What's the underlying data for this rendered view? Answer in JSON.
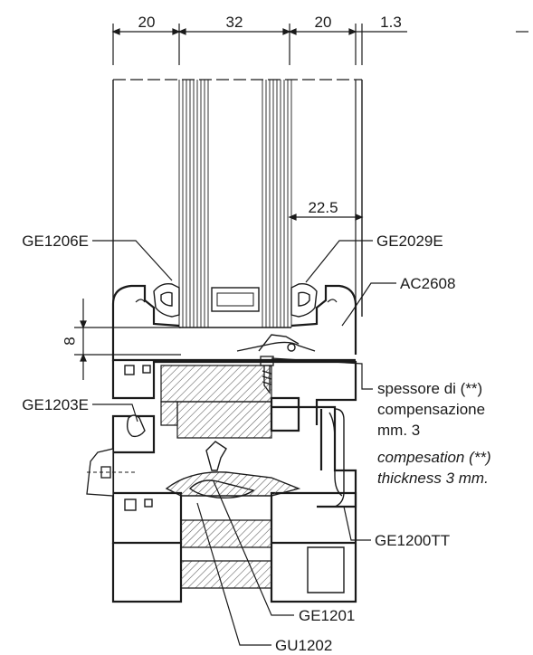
{
  "dimensions": {
    "top": [
      "20",
      "32",
      "20",
      "1.3"
    ],
    "rebate": "22.5",
    "height": "8"
  },
  "labels": {
    "ge1206e": "GE1206E",
    "ge2029e": "GE2029E",
    "ac2608": "AC2608",
    "ge1203e": "GE1203E",
    "ge1200tt": "GE1200TT",
    "ge1201": "GE1201",
    "gu1202": "GU1202"
  },
  "note": {
    "it_line1": "spessore di (**)",
    "it_line2": "compensazione",
    "it_line3": "mm. 3",
    "en_line1": "compesation (**)",
    "en_line2": "thickness 3 mm."
  },
  "colors": {
    "line": "#1a1a1a",
    "hatch": "#555555",
    "background": "#ffffff"
  }
}
